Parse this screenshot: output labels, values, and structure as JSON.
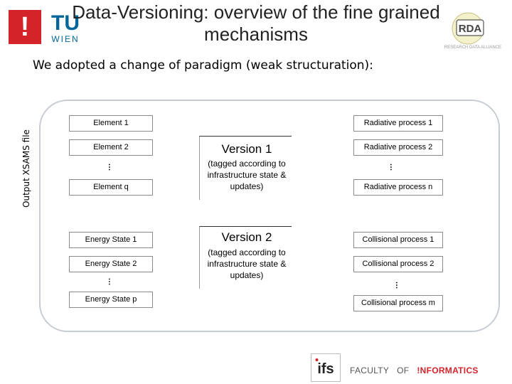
{
  "header": {
    "title_line1": "Data-Versioning: overview of the fine grained",
    "title_line2": "mechanisms",
    "subtitle": "We adopted a change of paradigm (weak structuration):",
    "logo_left": "!",
    "logo_tu_top": "TU",
    "logo_tu_bottom": "WIEN",
    "logo_rda": "RDA",
    "logo_rda_caption": "RESEARCH DATA ALLIANCE"
  },
  "diagram": {
    "side_label": "Output XSAMS file",
    "left_column": {
      "element_1": "Element 1",
      "element_2": "Element 2",
      "dots_1": "…",
      "element_q": "Element q",
      "energy_state_1": "Energy State 1",
      "energy_state_2": "Energy State 2",
      "dots_2": "…",
      "energy_state_p": "Energy State p"
    },
    "center_column": {
      "version_1_title": "Version 1",
      "version_1_desc": "(tagged according to infrastructure state & updates)",
      "version_2_title": "Version 2",
      "version_2_desc": "(tagged according to infrastructure state & updates)"
    },
    "right_column": {
      "radiative_1": "Radiative process 1",
      "radiative_2": "Radiative process 2",
      "dots_1": "…",
      "radiative_n": "Radiative process n",
      "collisional_1": "Collisional process 1",
      "collisional_2": "Collisional process 2",
      "dots_2": "…",
      "collisional_m": "Collisional process m"
    }
  },
  "footer": {
    "logo": "ifs",
    "text_faculty": "FACULTY",
    "text_of": "OF",
    "text_informatics": "!NFORMATICS"
  },
  "colors": {
    "accent_red": "#d5232a",
    "frame_border": "#c7ccd4",
    "tu_blue": "#006699"
  }
}
